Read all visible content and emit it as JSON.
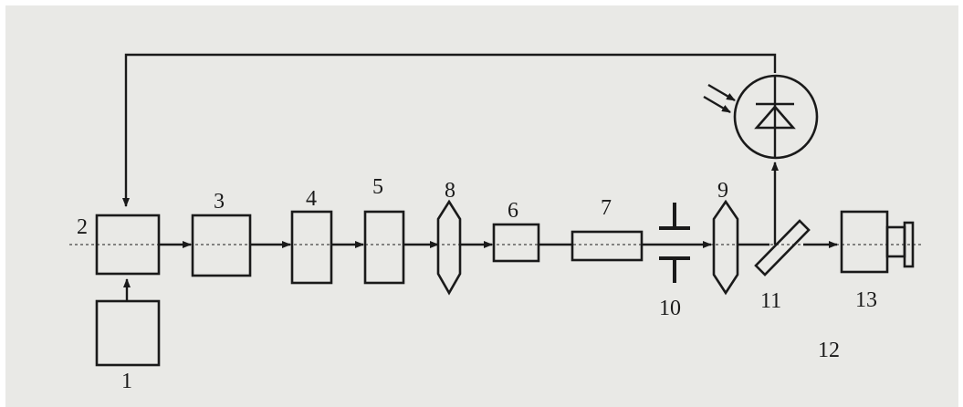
{
  "diagram": {
    "labels": {
      "l1": "1",
      "l2": "2",
      "l3": "3",
      "l4": "4",
      "l5": "5",
      "l6": "6",
      "l7": "7",
      "l8": "8",
      "l9": "9",
      "l10": "10",
      "l11": "11",
      "l12": "12",
      "l13": "13"
    },
    "colors": {
      "background": "#e9e9e6",
      "ink": "#1a1a1a",
      "frame": "#ffffff"
    },
    "icons": [
      "photodiode-icon",
      "lens-icon",
      "aperture-icon",
      "beam-splitter-icon",
      "camera-icon"
    ]
  }
}
